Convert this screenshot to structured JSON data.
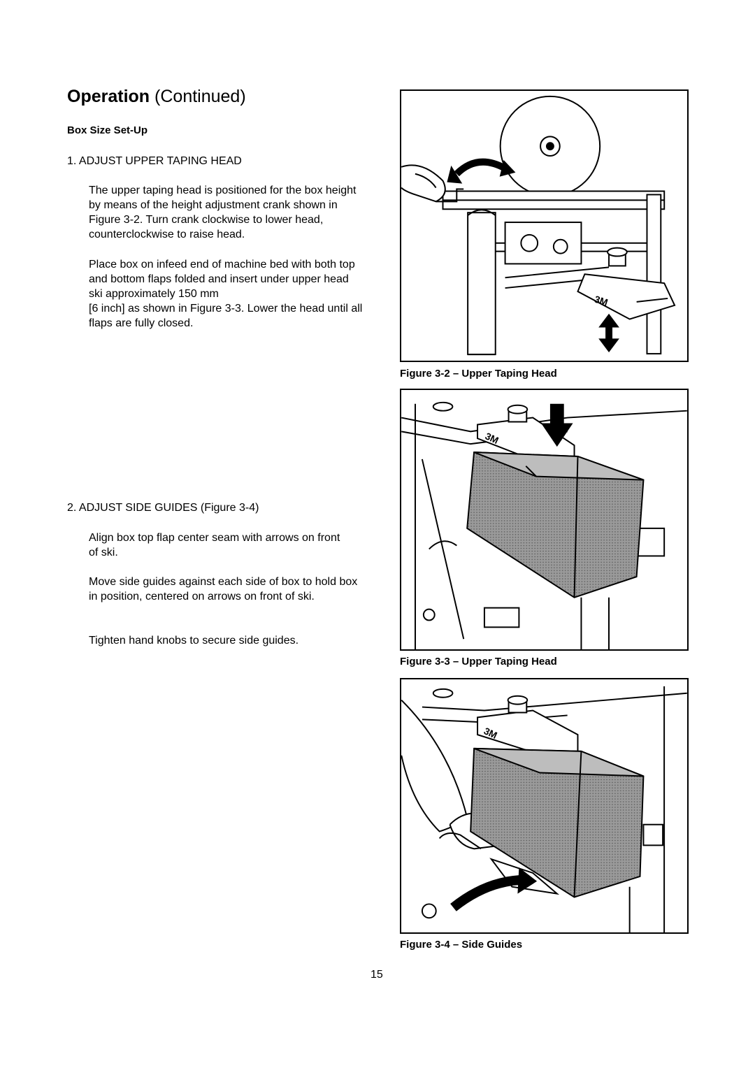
{
  "header": {
    "title": "Operation",
    "title_suffix": "(Continued)"
  },
  "section": {
    "title": "Box Size Set-Up"
  },
  "steps": [
    {
      "heading": "1.  ADJUST UPPER TAPING HEAD",
      "paragraphs": [
        "The upper taping head is positioned for the box height by means of the height adjustment crank shown in Figure 3-2.  Turn crank clockwise to lower head, counterclockwise to raise head.",
        "Place box on infeed end of machine bed with both top and bottom flaps folded and insert under upper head ski approximately 150 mm",
        "[6 inch] as shown in Figure 3-3.  Lower the head until all flaps are fully closed."
      ]
    },
    {
      "heading": "2.  ADJUST SIDE GUIDES (Figure 3-4)",
      "paragraphs": [
        "Align box top flap center seam with arrows on front of ski.",
        "Move side guides against each side of box to hold box in position, centered on arrows on front of ski.",
        "Tighten hand knobs to secure side guides."
      ]
    }
  ],
  "figures": [
    {
      "caption": "Figure 3-2 – Upper Taping Head",
      "logo": "3M"
    },
    {
      "caption": "Figure 3-3 – Upper Taping Head",
      "logo": "3M"
    },
    {
      "caption": "Figure 3-4 – Side Guides",
      "logo": "3M"
    }
  ],
  "page_number": "15"
}
